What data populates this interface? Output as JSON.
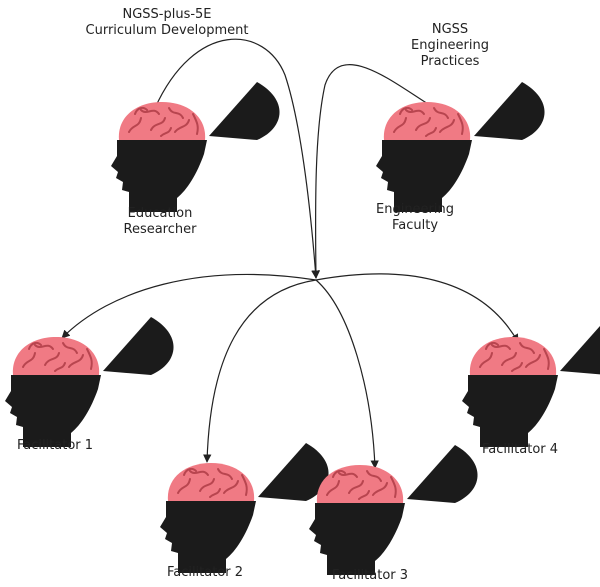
{
  "sources": [
    {
      "topic_lines": [
        "NGSS-plus-5E",
        "Curriculum Development"
      ],
      "role_lines": [
        "Education",
        "Researcher"
      ]
    },
    {
      "topic_lines": [
        "NGSS",
        "Engineering",
        "Practices"
      ],
      "role_lines": [
        "Engineering",
        "Faculty"
      ]
    }
  ],
  "facilitators": [
    {
      "label": "Facilitator 1"
    },
    {
      "label": "Facilitator 2"
    },
    {
      "label": "Facilitator 3"
    },
    {
      "label": "Facilitator 4"
    }
  ],
  "colors": {
    "head": "#1b1b1b",
    "brain": "#f07a84",
    "brain_folds": "#b8454f",
    "arrows": "#222222",
    "text": "#222222"
  }
}
